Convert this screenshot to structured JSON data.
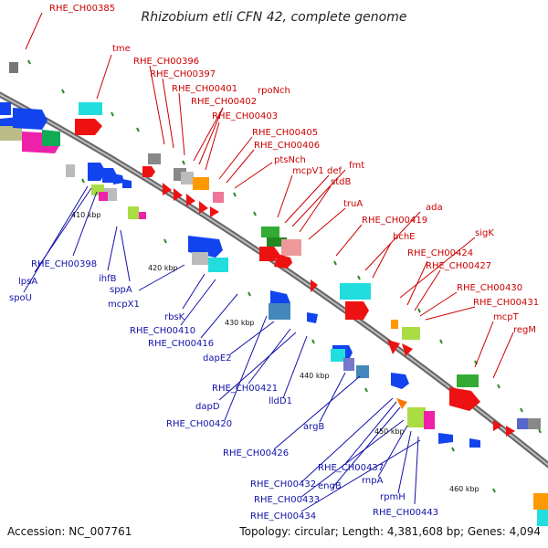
{
  "title": "Rhizobium etli CFN 42, complete genome",
  "footer": {
    "accession": "Accession: NC_007761",
    "summary": "Topology: circular; Length: 4,381,608 bp; Genes: 4,094"
  },
  "ticks": [
    "410 kbp",
    "420 kbp",
    "430 kbp",
    "440 kbp",
    "450 kbp",
    "460 kbp"
  ],
  "forward_labels": [
    "RHE_CH00385",
    "tme",
    "RHE_CH00396",
    "RHE_CH00397",
    "RHE_CH00401",
    "rpoNch",
    "RHE_CH00402",
    "RHE_CH00403",
    "RHE_CH00405",
    "RHE_CH00406",
    "ptsNch",
    "mcpV1",
    "def",
    "fmt",
    "stdB",
    "truA",
    "RHE_CH00419",
    "ada",
    "bchE",
    "sigK",
    "RHE_CH00424",
    "RHE_CH00427",
    "RHE_CH00430",
    "RHE_CH00431",
    "mcpT",
    "regM"
  ],
  "reverse_labels": [
    "RHE_CH00398",
    "lpsA",
    "spoU",
    "ihfB",
    "sppA",
    "mcpX1",
    "rbsK",
    "RHE_CH00410",
    "RHE_CH00416",
    "dapE2",
    "RHE_CH00421",
    "lldD1",
    "dapD",
    "RHE_CH00420",
    "argB",
    "RHE_CH00426",
    "RHE_CH00437",
    "RHE_CH00432",
    "engB",
    "rnpA",
    "RHE_CH00433",
    "rpmH",
    "RHE_CH00443",
    "RHE_CH00434"
  ],
  "colors": {
    "forward_label": "#cc0000",
    "reverse_label": "#1111aa",
    "backbone": "#999999",
    "tick": "#2a8a2a"
  }
}
